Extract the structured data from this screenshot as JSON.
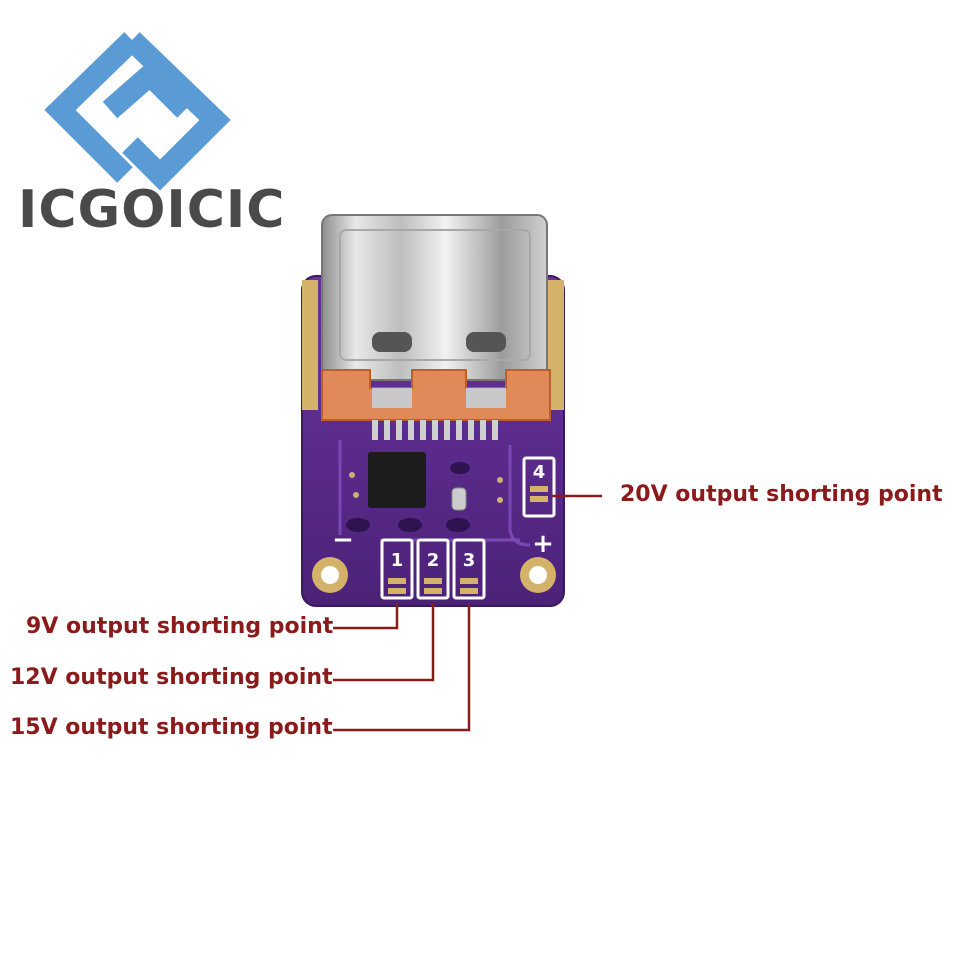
{
  "brand": {
    "name": "ICGOICIC",
    "logo_icon": "diamond-logo-icon",
    "logo_color": "#5b9bd5"
  },
  "board": {
    "pad_labels": [
      "1",
      "2",
      "3",
      "4"
    ],
    "polarity_minus": "−",
    "polarity_plus": "+",
    "pcb_color": "#5a2a8c",
    "connector": "usb-type-c-icon"
  },
  "callouts": {
    "v20": "20V output shorting point",
    "v9": "9V output shorting point",
    "v12": "12V output shorting point",
    "v15": "15V output shorting point",
    "color": "#8b1a1a"
  }
}
